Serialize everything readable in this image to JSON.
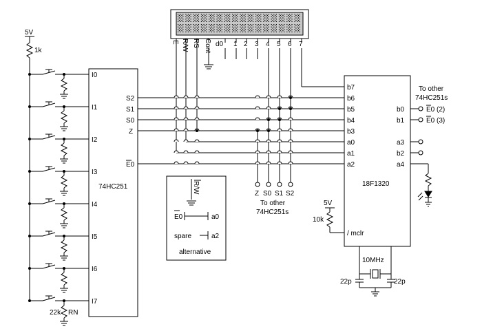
{
  "supply": {
    "voltage": "5V",
    "pullup": "1k"
  },
  "mux": {
    "name": "74HC251",
    "inputs": [
      "I0",
      "I1",
      "I2",
      "I3",
      "I4",
      "I5",
      "I6",
      "I7"
    ],
    "outputs": [
      "S2",
      "S1",
      "S0",
      "Z",
      "E0"
    ],
    "resistor_network": "22k",
    "rn_label": "RN"
  },
  "lcd": {
    "pins": [
      "E",
      "R/W",
      "RS",
      "Cont",
      "d0",
      "1",
      "2",
      "3",
      "4",
      "5",
      "6",
      "7"
    ]
  },
  "mcu": {
    "name": "18F1320",
    "left_pins": [
      "b7",
      "b6",
      "b5",
      "b4",
      "b3",
      "a0",
      "a1",
      "a2"
    ],
    "right_pins": [
      "b0",
      "b1",
      "a3",
      "b2",
      "a4"
    ],
    "reset": "/ mclr",
    "reset_supply": "5V",
    "reset_resistor": "10k",
    "crystal": "10MHz",
    "cap_left": "22p",
    "cap_right": "22p"
  },
  "other_mux_top": {
    "line1": "To other",
    "line2": "74HC251s",
    "enables": [
      "E0 (2)",
      "E0 (3)"
    ]
  },
  "bus_taps": {
    "labels": [
      "Z",
      "S0",
      "S1",
      "S2"
    ],
    "line1": "To other",
    "line2": "74HC251s"
  },
  "alternative": {
    "rw": "R/W",
    "e0": "E0",
    "a0": "a0",
    "spare": "spare",
    "a2": "a2",
    "caption": "alternative"
  }
}
